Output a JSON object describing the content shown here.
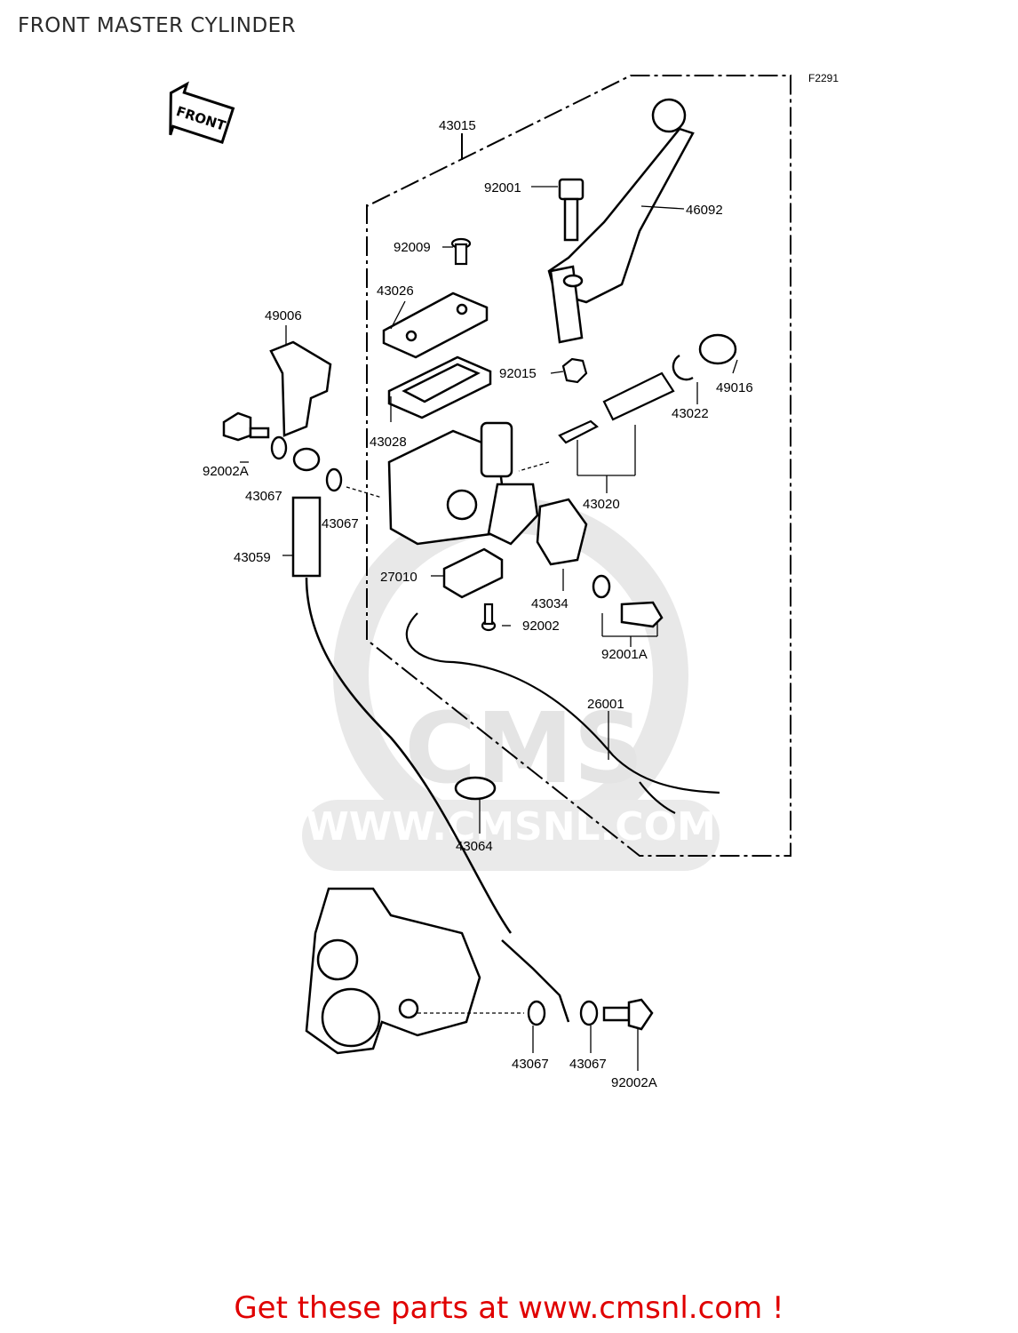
{
  "title": "FRONT MASTER CYLINDER",
  "figure_code": "F2291",
  "front_marker": "FRONT",
  "watermark": {
    "line1": "CMS",
    "line2": "WWW.CMSNL.COM"
  },
  "parts": [
    {
      "id": "p43015",
      "label": "43015"
    },
    {
      "id": "p92001",
      "label": "92001"
    },
    {
      "id": "p46092",
      "label": "46092"
    },
    {
      "id": "p92009",
      "label": "92009"
    },
    {
      "id": "p43026",
      "label": "43026"
    },
    {
      "id": "p49006",
      "label": "49006"
    },
    {
      "id": "p92015",
      "label": "92015"
    },
    {
      "id": "p49016",
      "label": "49016"
    },
    {
      "id": "p43022",
      "label": "43022"
    },
    {
      "id": "p43028",
      "label": "43028"
    },
    {
      "id": "p92002A_top",
      "label": "92002A"
    },
    {
      "id": "p43067_a",
      "label": "43067"
    },
    {
      "id": "p43067_b",
      "label": "43067"
    },
    {
      "id": "p43020",
      "label": "43020"
    },
    {
      "id": "p43059",
      "label": "43059"
    },
    {
      "id": "p27010",
      "label": "27010"
    },
    {
      "id": "p43034",
      "label": "43034"
    },
    {
      "id": "p92002",
      "label": "92002"
    },
    {
      "id": "p92001A",
      "label": "92001A"
    },
    {
      "id": "p26001",
      "label": "26001"
    },
    {
      "id": "p43064",
      "label": "43064"
    },
    {
      "id": "p43067_c",
      "label": "43067"
    },
    {
      "id": "p43067_d",
      "label": "43067"
    },
    {
      "id": "p92002A_bottom",
      "label": "92002A"
    }
  ],
  "footer_text": "Get these parts at www.cmsnl.com !",
  "colors": {
    "line": "#000000",
    "watermark": "#dcdcdc",
    "footer": "#e00000"
  }
}
